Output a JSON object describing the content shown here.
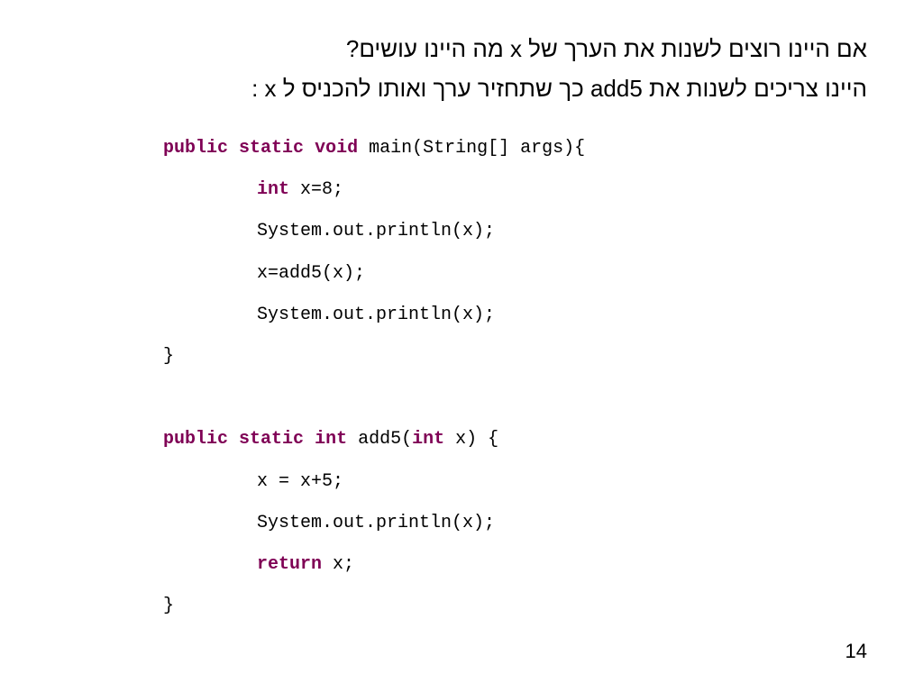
{
  "heading": {
    "line1": "אם היינו רוצים לשנות את הערך של x מה היינו עושים?",
    "line2": "היינו צריכים לשנות את  add5 כך שתחזיר ערך ואותו להכניס ל x :"
  },
  "code": {
    "main_sig": {
      "kw1": "public",
      "kw2": "static",
      "kw3": "void",
      "rest": " main(String[] args){"
    },
    "decl": {
      "kw": "int",
      "rest": " x=8;"
    },
    "print1": "System.out.println(x);",
    "assign": "x=add5(x);",
    "print2": "System.out.println(x);",
    "close1": "}",
    "add5_sig": {
      "kw1": "public",
      "kw2": "static",
      "kw3": "int",
      "name": " add5(",
      "kw4": "int",
      "rest": " x) {"
    },
    "incr": "x = x+5;",
    "print3": "System.out.println(x);",
    "ret": {
      "kw": "return",
      "rest": " x;"
    },
    "close2": "}"
  },
  "slide_number": "14",
  "colors": {
    "keyword": "#7f0055",
    "text": "#000000",
    "background": "#ffffff"
  }
}
